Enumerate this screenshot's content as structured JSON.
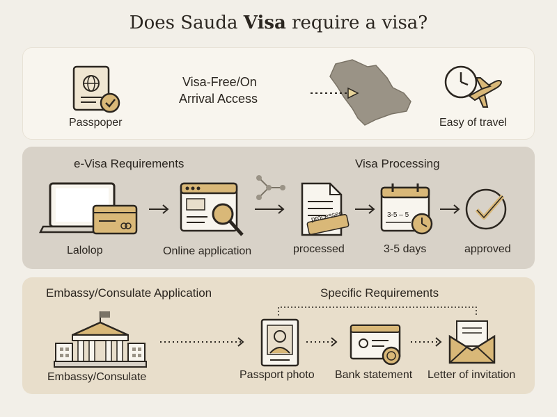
{
  "title": {
    "prefix": "Does Sauda ",
    "bold": "Visa",
    "suffix": " require a visa?"
  },
  "visa_free": {
    "passport_label": "Passpoper",
    "access_line1": "Visa-Free/On",
    "access_line2": "Arrival Access",
    "travel_label": "Easy of travel"
  },
  "evisa": {
    "heading": "e-Visa Requirements",
    "processing_heading": "Visa Processing",
    "laptop_label": "Lalolop",
    "online_label": "Online application",
    "stamp_text": "processed",
    "processed_label": "processed",
    "calendar_text": "3-5 – 5",
    "days_label": "3-5 days",
    "approved_label": "approved"
  },
  "embassy": {
    "heading": "Embassy/Consulate Application",
    "requirements_heading": "Specific Requirements",
    "embassy_label": "Embassy/Consulate",
    "photo_label": "Passport photo",
    "bank_label": "Bank statement",
    "letter_label": "Letter of invitation"
  },
  "colors": {
    "ink": "#2b2620",
    "gold": "#d9b878",
    "map": "#9a9386",
    "panel_light": "#f8f5ee",
    "panel_mid": "#d8d2c8",
    "panel_warm": "#e8decb"
  }
}
